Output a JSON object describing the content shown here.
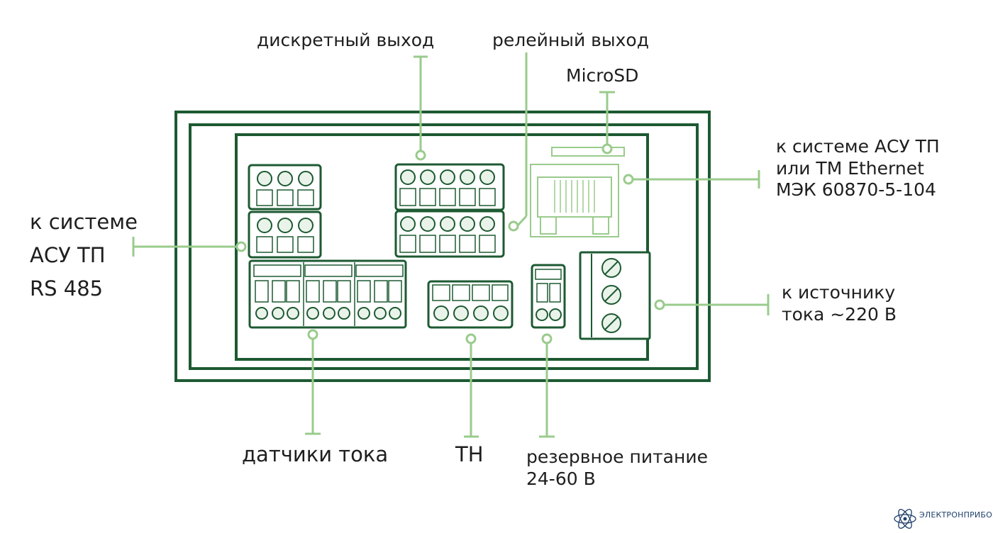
{
  "labels": {
    "discrete_output": "дискретный выход",
    "relay_output": "релейный выход",
    "microsd": "MicroSD",
    "ethernet": [
      "к системе АСУ ТП",
      "или ТМ Ethernet",
      "МЭК 60870-5-104"
    ],
    "rs485": [
      "к системе",
      "АСУ ТП",
      "RS 485"
    ],
    "power_source": [
      "к источнику",
      "тока ~220 В"
    ],
    "current_sensors": "датчики тока",
    "vt": "ТН",
    "backup_power": [
      "резервное питание",
      "24-60 В"
    ]
  },
  "logo": {
    "text": "ЭЛЕКТРОНПРИБОР"
  },
  "colors": {
    "frame": "#1d5a32",
    "callout": "#9acb8c",
    "connector_fill": "#eaf3ea",
    "text": "#1e1e1e",
    "logo": "#1f3f6a"
  }
}
